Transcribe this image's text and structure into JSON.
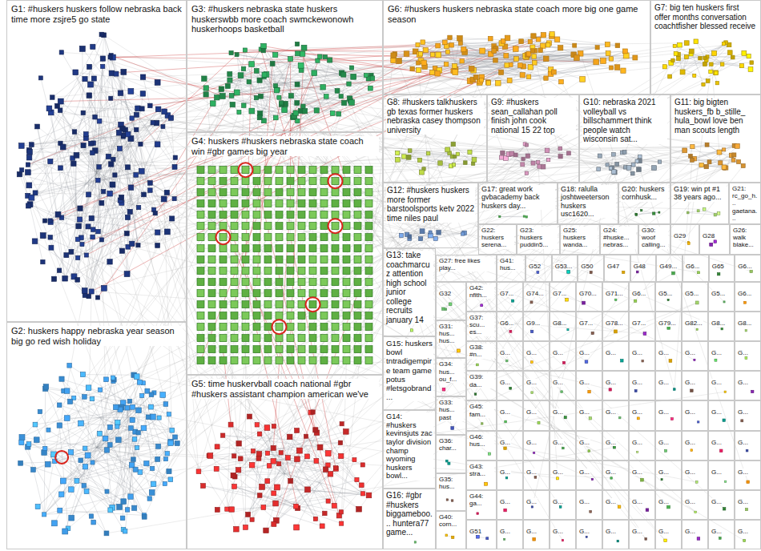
{
  "diagram": {
    "nodes": [
      {
        "text": [
          "G1: #huskers huskers follow nebraska back time more zsjre5 go state"
        ]
      },
      {
        "text": [
          "G2: huskers happy nebraska year season big go red wish holiday"
        ]
      },
      {
        "text": [
          "G3: #huskers nebraska state huskers huskerswbb more coach swmckewonowh huskerhoops basketball"
        ]
      },
      {
        "text": [
          "G4: huskers #huskers nebraska state coach win #gbr games big year"
        ]
      },
      {
        "text": [
          "G5: time huskervball coach national #gbr #huskers assistant champion american we've"
        ]
      },
      {
        "text": [
          "G6: #huskers huskers nebraska state coach more big one game season"
        ]
      },
      {
        "text": [
          "G7: big ten huskers first offer months conversation coachtfisher blessed receive"
        ]
      },
      {
        "text": [
          "G8: #huskers talkhuskers gb texas former huskers nebraska casey thompson university"
        ]
      },
      {
        "text": [
          "G9: #huskers sean_callahan poll finish john cook national 15 22 top"
        ]
      },
      {
        "text": [
          "G10: nebraska 2021 volleyball vs billschammert think people watch wisconsin sat..."
        ]
      },
      {
        "text": [
          "G11: big bigten huskers_fb b_stille_ hula_bowl love ben man scouts length"
        ]
      },
      {
        "text": [
          "G12: #huskers huskers more former barstoolsports ketv 2022 time niles paul"
        ]
      },
      {
        "text": [
          "G17: great work gvbacademy back huskers day..."
        ]
      },
      {
        "text": [
          "G18: ralulla joshtweeterson huskers usc1620..."
        ]
      },
      {
        "text": [
          "G20: huskers cornhusk..."
        ]
      },
      {
        "text": [
          "G19: win pt #1 38 years ago..."
        ]
      },
      {
        "text": [
          "G21: rc_go_h... gaetana..."
        ]
      },
      {
        "text": [
          "G22: huskers serena..."
        ]
      },
      {
        "text": [
          "G23: huskers puddin5..."
        ]
      },
      {
        "text": [
          "G25: huskers wanda..."
        ]
      },
      {
        "text": [
          "G24: #huske... nebras..."
        ]
      },
      {
        "text": [
          "G30: woof calling..."
        ]
      },
      {
        "text": [
          "G29"
        ]
      },
      {
        "text": [
          "G28"
        ]
      },
      {
        "text": [
          "G26: walk blake..."
        ]
      },
      {
        "text": [
          "G13: take coachmarcuz attention high school junior college recruits january 14"
        ]
      },
      {
        "text": [
          "G15: huskers bowl tntradigempire team game potus #letsgobrand..."
        ]
      },
      {
        "text": [
          "G14: #huskers kevinsjuts zac taylor division champ wyoming huskers bowl..."
        ]
      },
      {
        "text": [
          "G16: #gbr #huskers biggameboo... huntera77 game..."
        ]
      },
      {
        "text": [
          "G27: free likes play..."
        ]
      },
      {
        "text": [
          "G41: hus..."
        ]
      },
      {
        "text": [
          "G52"
        ]
      },
      {
        "text": [
          "G53..."
        ]
      },
      {
        "text": [
          "G50"
        ]
      },
      {
        "text": [
          "G47"
        ]
      },
      {
        "text": [
          "G48"
        ]
      },
      {
        "text": [
          "G49..."
        ]
      },
      {
        "text": [
          "G6..."
        ]
      },
      {
        "text": [
          "G65"
        ]
      },
      {
        "text": [
          "G6..."
        ]
      },
      {
        "text": [
          "G32"
        ]
      },
      {
        "text": [
          "G31: hus... hus..."
        ]
      },
      {
        "text": [
          "G34: hus... ou_f..."
        ]
      },
      {
        "text": [
          "G33: hus... past"
        ]
      },
      {
        "text": [
          "G36: char..."
        ]
      },
      {
        "text": [
          "G35: hus..."
        ]
      },
      {
        "text": [
          "G40: corn..."
        ]
      },
      {
        "text": [
          "G42: nfith..."
        ]
      },
      {
        "text": [
          "G37: scu... es..."
        ]
      },
      {
        "text": [
          "G38: #n..."
        ]
      },
      {
        "text": [
          "G39: da..."
        ]
      },
      {
        "text": [
          "G45: fam..."
        ]
      },
      {
        "text": [
          "G46: hus..."
        ]
      },
      {
        "text": [
          "G43: stra..."
        ]
      },
      {
        "text": [
          "G44: ga..."
        ]
      },
      {
        "text": [
          "G51"
        ]
      },
      {
        "text": [
          "G7..."
        ]
      },
      {
        "text": [
          "G74..."
        ]
      },
      {
        "text": [
          "G7..."
        ]
      },
      {
        "text": [
          "G70..."
        ]
      },
      {
        "text": [
          "G71..."
        ]
      },
      {
        "text": [
          "G6..."
        ]
      },
      {
        "text": [
          "G5..."
        ]
      },
      {
        "text": [
          "G5..."
        ]
      },
      {
        "text": [
          "G5..."
        ]
      },
      {
        "text": [
          "G6..."
        ]
      },
      {
        "text": [
          "G6..."
        ]
      },
      {
        "text": [
          "G9..."
        ]
      },
      {
        "text": [
          "G8..."
        ]
      },
      {
        "text": [
          "G7..."
        ]
      },
      {
        "text": [
          "G78..."
        ]
      },
      {
        "text": [
          "G7..."
        ]
      },
      {
        "text": [
          "G79..."
        ]
      },
      {
        "text": [
          "G82..."
        ]
      },
      {
        "text": [
          "G8..."
        ]
      },
      {
        "text": [
          "G8..."
        ]
      },
      {
        "text": [
          "G..."
        ]
      },
      {
        "text": [
          "G..."
        ]
      },
      {
        "text": [
          "G..."
        ]
      },
      {
        "text": [
          "G..."
        ]
      },
      {
        "text": [
          "G..."
        ]
      },
      {
        "text": [
          "G..."
        ]
      },
      {
        "text": [
          "G..."
        ]
      },
      {
        "text": [
          "G..."
        ]
      },
      {
        "text": [
          "G..."
        ]
      },
      {
        "text": [
          "G..."
        ]
      },
      {
        "text": [
          "G..."
        ]
      },
      {
        "text": [
          "G..."
        ]
      },
      {
        "text": [
          "G..."
        ]
      },
      {
        "text": [
          "G..."
        ]
      },
      {
        "text": [
          "G..."
        ]
      },
      {
        "text": [
          "G..."
        ]
      },
      {
        "text": [
          "G..."
        ]
      },
      {
        "text": [
          "G..."
        ]
      },
      {
        "text": [
          "G..."
        ]
      },
      {
        "text": [
          "G..."
        ]
      },
      {
        "text": [
          "G..."
        ]
      },
      {
        "text": [
          "G..."
        ]
      },
      {
        "text": [
          "G..."
        ]
      },
      {
        "text": [
          "G..."
        ]
      },
      {
        "text": [
          "G..."
        ]
      },
      {
        "text": [
          "G..."
        ]
      },
      {
        "text": [
          "G..."
        ]
      },
      {
        "text": [
          "G..."
        ]
      },
      {
        "text": [
          "G..."
        ]
      },
      {
        "text": [
          "G..."
        ]
      },
      {
        "text": [
          "G..."
        ]
      },
      {
        "text": [
          "G..."
        ]
      },
      {
        "text": [
          "G..."
        ]
      },
      {
        "text": [
          "G..."
        ]
      },
      {
        "text": [
          "G..."
        ]
      },
      {
        "text": [
          "G..."
        ]
      },
      {
        "text": [
          "G..."
        ]
      },
      {
        "text": [
          "G..."
        ]
      },
      {
        "text": [
          "G..."
        ]
      },
      {
        "text": [
          "G..."
        ]
      },
      {
        "text": [
          "G..."
        ]
      },
      {
        "text": [
          "G..."
        ]
      },
      {
        "text": [
          "G..."
        ]
      },
      {
        "text": [
          "G..."
        ]
      },
      {
        "text": [
          "G..."
        ]
      },
      {
        "text": [
          "G..."
        ]
      },
      {
        "text": [
          "G..."
        ]
      },
      {
        "text": [
          "G..."
        ]
      },
      {
        "text": [
          "G..."
        ]
      },
      {
        "text": [
          "G..."
        ]
      },
      {
        "text": [
          "G..."
        ]
      },
      {
        "text": [
          "G..."
        ]
      },
      {
        "text": [
          "G..."
        ]
      },
      {
        "text": [
          "G..."
        ]
      },
      {
        "text": [
          "G..."
        ]
      },
      {
        "text": [
          "G..."
        ]
      },
      {
        "text": [
          "G..."
        ]
      },
      {
        "text": [
          "G..."
        ]
      },
      {
        "text": [
          "G..."
        ]
      },
      {
        "text": [
          "G..."
        ]
      },
      {
        "text": [
          "G..."
        ]
      },
      {
        "text": [
          "G..."
        ]
      },
      {
        "text": [
          "G..."
        ]
      },
      {
        "text": [
          "G..."
        ]
      },
      {
        "text": [
          "G..."
        ]
      },
      {
        "text": [
          "G..."
        ]
      },
      {
        "text": [
          "G..."
        ]
      },
      {
        "text": [
          "G..."
        ]
      },
      {
        "text": [
          "G..."
        ]
      },
      {
        "text": [
          "G..."
        ]
      }
    ]
  }
}
